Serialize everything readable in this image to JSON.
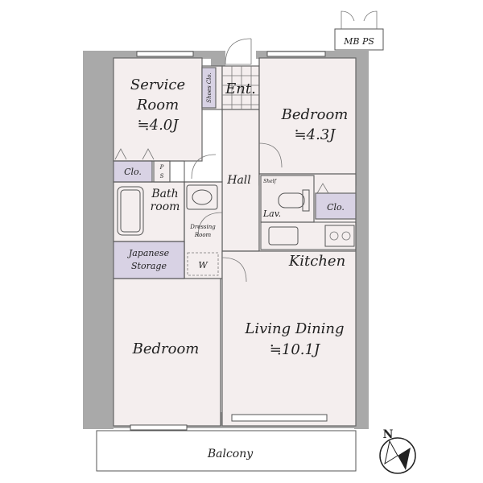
{
  "rooms": {
    "service_room": {
      "name_line1": "Service",
      "name_line2": "Room",
      "size": "≒4.0J"
    },
    "bedroom_top": {
      "name": "Bedroom",
      "size": "≒4.3J"
    },
    "bedroom_bottom": {
      "name": "Bedroom"
    },
    "living_dining": {
      "name": "Living Dining",
      "size": "≒10.1J"
    },
    "kitchen": {
      "name": "Kitchen"
    },
    "hall": {
      "name": "Hall"
    },
    "entrance": {
      "name": "Ent."
    },
    "bathroom": {
      "name_line1": "Bath",
      "name_line2": "room"
    },
    "dressing_room": {
      "name_line1": "Dressing",
      "name_line2": "Room"
    },
    "japanese_storage": {
      "name_line1": "Japanese",
      "name_line2": "Storage"
    },
    "closet_left": {
      "name": "Clo."
    },
    "closet_right": {
      "name": "Clo."
    },
    "shoes_closet": {
      "name": "Shoes Clo."
    },
    "lavatory": {
      "name": "Lav."
    },
    "washer": {
      "name": "W"
    },
    "ps_inner": {
      "name_line1": "P",
      "name_line2": "S"
    },
    "shelf": {
      "name": "Shelf"
    },
    "balcony": {
      "name": "Balcony"
    },
    "mb_ps": {
      "name": "MB PS"
    }
  },
  "compass": {
    "label": "N"
  },
  "colors": {
    "room": "#f4eeee",
    "storage": "#d8d2e4",
    "wall": "#a9a9a9"
  }
}
